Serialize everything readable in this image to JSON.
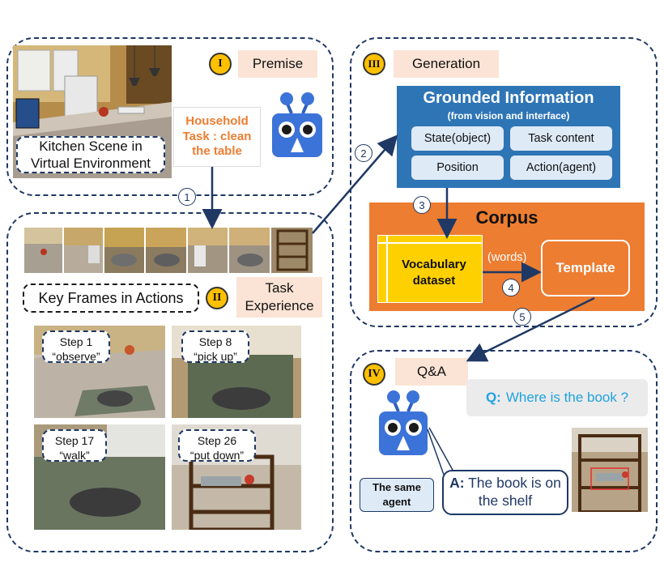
{
  "premise": {
    "numeral": "I",
    "title": "Premise",
    "scene_label": "Kitchen Scene in Virtual Environment",
    "task_label": "Household Task : clean the table"
  },
  "task_experience": {
    "numeral": "II",
    "title": "Task Experience",
    "key_frames_label": "Key Frames in Actions",
    "steps": [
      {
        "step": "Step 1",
        "action": "“observe”"
      },
      {
        "step": "Step 8",
        "action": "“pick up”"
      },
      {
        "step": "Step 17",
        "action": "“walk”"
      },
      {
        "step": "Step 26",
        "action": "“put down”"
      }
    ]
  },
  "generation": {
    "numeral": "III",
    "title": "Generation",
    "grounded_title": "Grounded Information",
    "grounded_subtitle": "(from vision and interface)",
    "cells": [
      "State(object)",
      "Task content",
      "Position",
      "Action(agent)"
    ],
    "corpus_title": "Corpus",
    "vocab_label": "Vocabulary dataset",
    "words_label": "(words)",
    "template_label": "Template"
  },
  "qa": {
    "numeral": "IV",
    "title": "Q&A",
    "question_prefix": "Q:",
    "question": "Where is the book ?",
    "answer_prefix": "A:",
    "answer": "The book is on the shelf",
    "same_agent_label": "The same agent"
  },
  "arrow_numbers": [
    "1",
    "2",
    "3",
    "4",
    "5"
  ],
  "colors": {
    "panel_border": "#1f3864",
    "tag_bg": "#fbe4d5",
    "numeral_bg": "#ffc000",
    "grounded_bg": "#2e75b6",
    "corpus_bg": "#ed7d31",
    "vocab_bg": "#ffd000",
    "question_text": "#1fa3e0",
    "task_text": "#ed7d31",
    "robot_blue": "#3c73d8"
  }
}
